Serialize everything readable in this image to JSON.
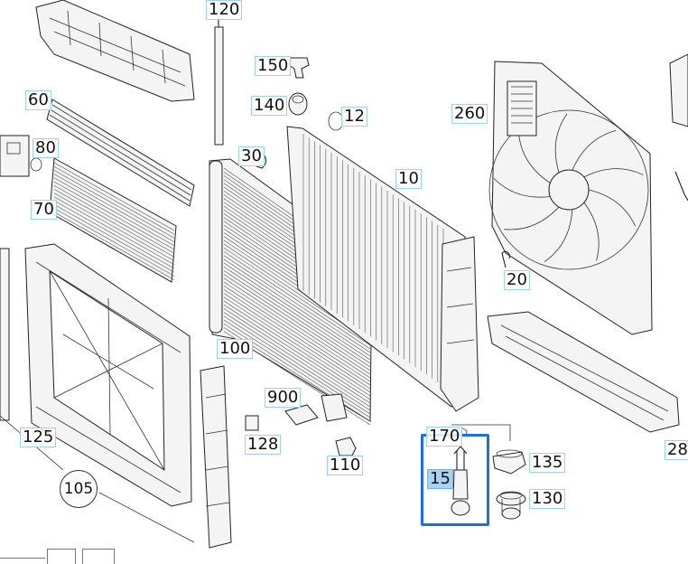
{
  "diagram": {
    "highlight_color": "#1e6fdc",
    "callout_border_color": "#9ed3ec",
    "callouts": [
      {
        "id": "120",
        "label": "120"
      },
      {
        "id": "150",
        "label": "150"
      },
      {
        "id": "140",
        "label": "140"
      },
      {
        "id": "12",
        "label": "12"
      },
      {
        "id": "60",
        "label": "60"
      },
      {
        "id": "80",
        "label": "80"
      },
      {
        "id": "70",
        "label": "70"
      },
      {
        "id": "30",
        "label": "30"
      },
      {
        "id": "10",
        "label": "10"
      },
      {
        "id": "260",
        "label": "260"
      },
      {
        "id": "20",
        "label": "20"
      },
      {
        "id": "100",
        "label": "100"
      },
      {
        "id": "900",
        "label": "900"
      },
      {
        "id": "128",
        "label": "128"
      },
      {
        "id": "110",
        "label": "110"
      },
      {
        "id": "125",
        "label": "125"
      },
      {
        "id": "105",
        "label": "105"
      },
      {
        "id": "170",
        "label": "170"
      },
      {
        "id": "15",
        "label": "15"
      },
      {
        "id": "135",
        "label": "135"
      },
      {
        "id": "130",
        "label": "130"
      },
      {
        "id": "28",
        "label": "28"
      }
    ],
    "selected_part": "15"
  }
}
